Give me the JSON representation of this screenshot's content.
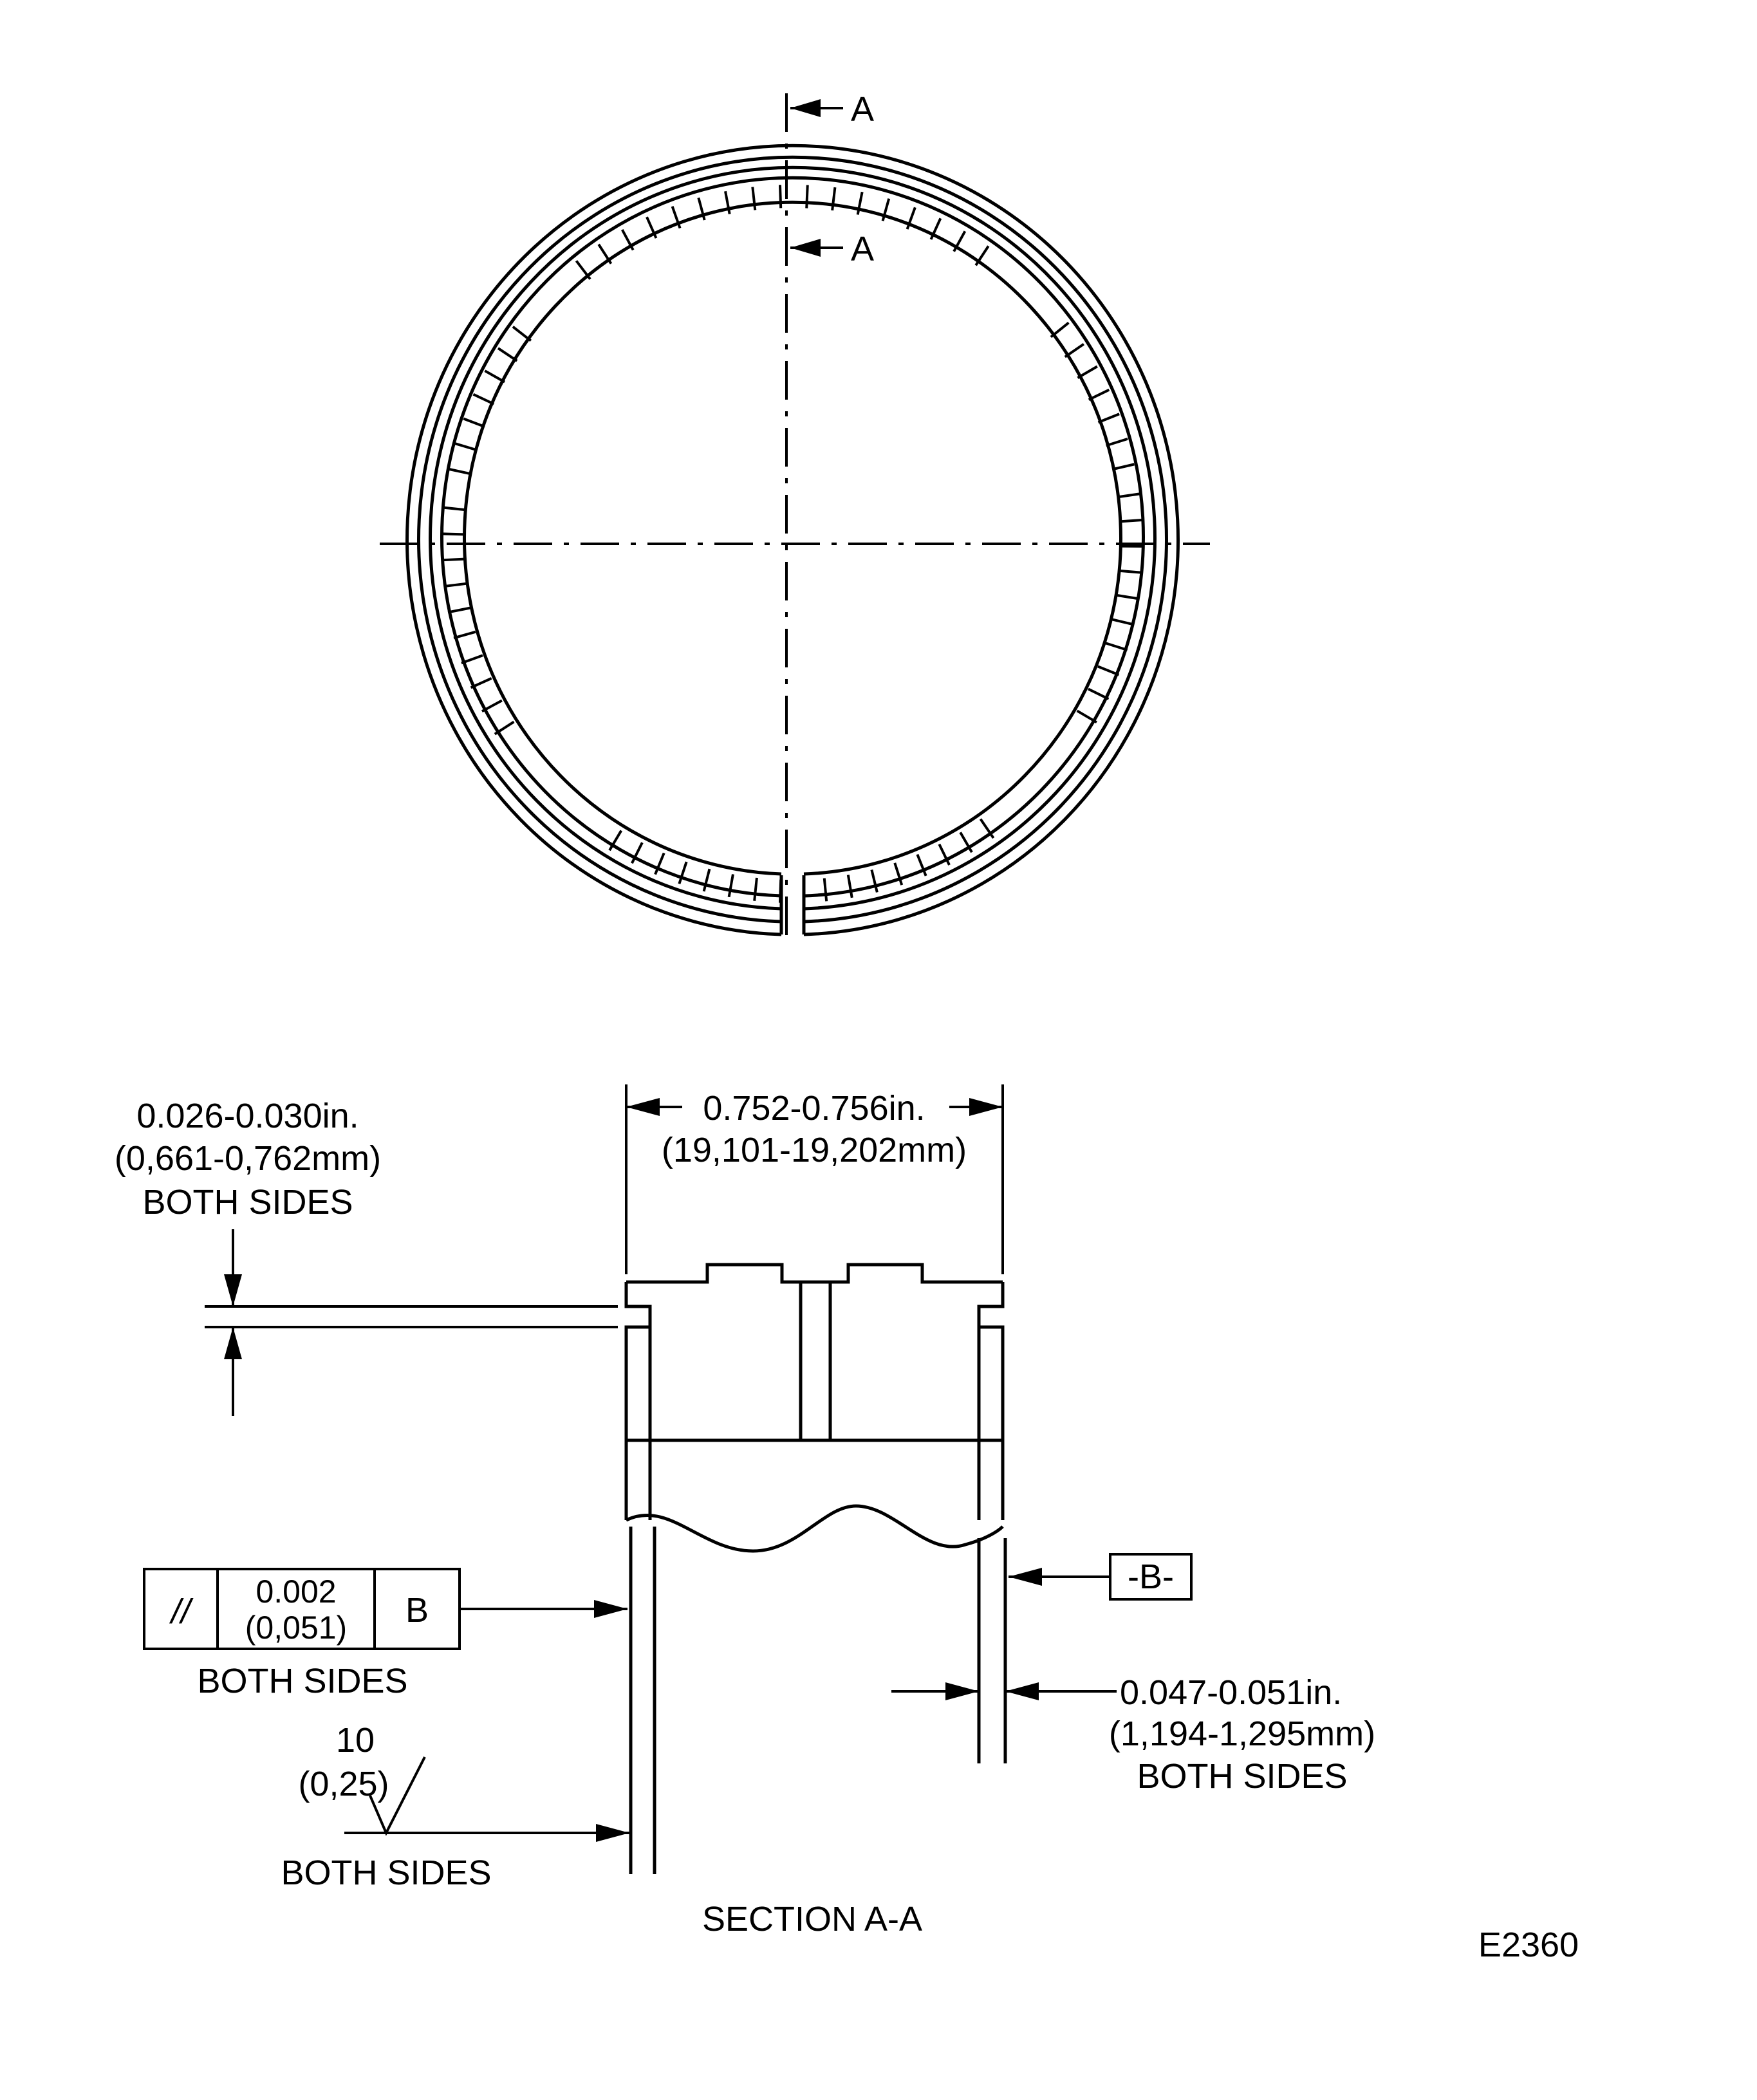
{
  "plan_view": {
    "section_mark_upper": "A",
    "section_mark_lower": "A"
  },
  "section_view": {
    "section_title": "SECTION A-A",
    "width_dim": {
      "inches": "0.752-0.756in.",
      "mm": "(19,101-19,202mm)"
    },
    "groove_dim": {
      "inches": "0.026-0.030in.",
      "mm": "(0,661-0,762mm)",
      "note": "BOTH SIDES"
    },
    "parallelism": {
      "symbol": "//",
      "tolerance_in": "0.002",
      "tolerance_mm": "(0,051)",
      "datum": "B",
      "note": "BOTH SIDES"
    },
    "datum_label": "-B-",
    "surface_finish": {
      "value": "10",
      "value_mm": "(0,25)",
      "note": "BOTH SIDES"
    },
    "wall_dim": {
      "inches": "0.047-0.051in.",
      "mm": "(1,194-1,295mm)",
      "note": "BOTH SIDES"
    }
  },
  "figure_id": "E2360"
}
